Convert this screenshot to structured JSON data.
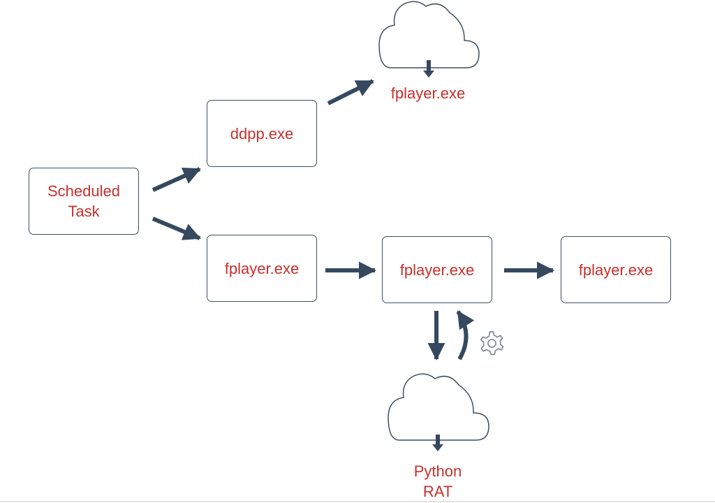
{
  "colors": {
    "text": "#c9302c",
    "stroke": "#3f4f5f",
    "arrow": "#34495e",
    "background": "#ffffff"
  },
  "diagram": {
    "nodes": {
      "scheduled_task": {
        "line1": "Scheduled",
        "line2": "Task"
      },
      "ddpp": {
        "label": "ddpp.exe"
      },
      "fplayer_1": {
        "label": "fplayer.exe"
      },
      "fplayer_2": {
        "label": "fplayer.exe"
      },
      "fplayer_3": {
        "label": "fplayer.exe"
      }
    },
    "clouds": {
      "top": {
        "label": "fplayer.exe",
        "icon": "cloud-download-icon"
      },
      "bottom": {
        "line1": "Python",
        "line2": "RAT",
        "icon": "cloud-download-icon"
      }
    },
    "icons": {
      "gear": "gear-icon"
    },
    "edges": [
      {
        "from": "Scheduled Task",
        "to": "ddpp.exe"
      },
      {
        "from": "Scheduled Task",
        "to": "fplayer.exe"
      },
      {
        "from": "ddpp.exe",
        "to": "fplayer.exe (cloud)"
      },
      {
        "from": "fplayer.exe",
        "to": "fplayer.exe"
      },
      {
        "from": "fplayer.exe",
        "to": "fplayer.exe"
      },
      {
        "from": "fplayer.exe",
        "to": "Python RAT"
      },
      {
        "from": "Python RAT",
        "to": "fplayer.exe"
      }
    ]
  }
}
